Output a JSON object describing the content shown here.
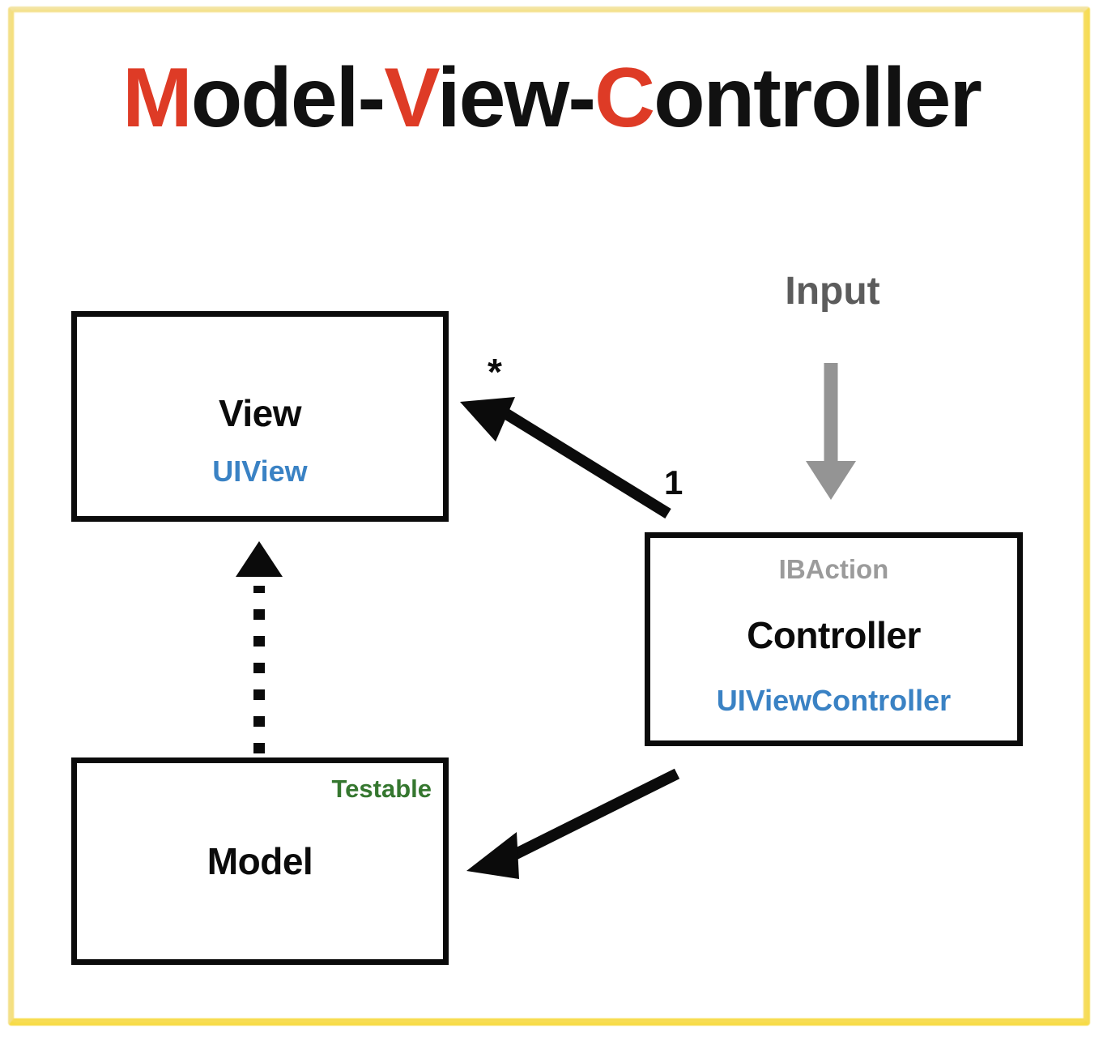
{
  "diagram": {
    "title": {
      "full": "Model-View-Controller",
      "parts": [
        {
          "text": "M",
          "color": "#de3b26"
        },
        {
          "text": "odel-",
          "color": "#111111"
        },
        {
          "text": "V",
          "color": "#de3b26"
        },
        {
          "text": "iew-",
          "color": "#111111"
        },
        {
          "text": "C",
          "color": "#de3b26"
        },
        {
          "text": "ontroller",
          "color": "#111111"
        }
      ]
    },
    "colors": {
      "accent_red": "#de3b26",
      "type_blue": "#3a82c4",
      "tag_gray": "#9b9b9b",
      "tag_green": "#35772f",
      "input_gray": "#5c5c5c",
      "arrow_gray": "#949494",
      "box_border": "#0b0b0b",
      "frame_yellow": "#f7db45"
    },
    "nodes": {
      "view": {
        "name": "View",
        "type_label": "UIView"
      },
      "model": {
        "name": "Model",
        "tag": "Testable"
      },
      "controller": {
        "name": "Controller",
        "tag": "IBAction",
        "type_label": "UIViewController"
      }
    },
    "edges": {
      "input": {
        "label": "Input",
        "style": "solid-gray-arrow",
        "from": "user",
        "to": "controller"
      },
      "controller_to_view": {
        "style": "solid-black-arrow",
        "from": "controller",
        "to": "view",
        "source_multiplicity": "1",
        "target_multiplicity": "*"
      },
      "model_to_view": {
        "style": "dotted-black-arrow",
        "from": "model",
        "to": "view"
      },
      "controller_to_model": {
        "style": "solid-black-arrow",
        "from": "controller",
        "to": "model"
      }
    }
  }
}
